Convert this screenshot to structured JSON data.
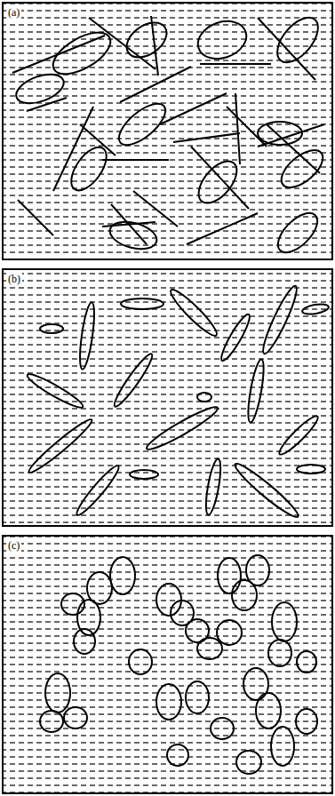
{
  "diagram": {
    "nodes": [
      {
        "text": [
          "(a)"
        ]
      },
      {
        "text": [
          "(b)"
        ]
      },
      {
        "text": [
          "(c)"
        ]
      }
    ]
  }
}
